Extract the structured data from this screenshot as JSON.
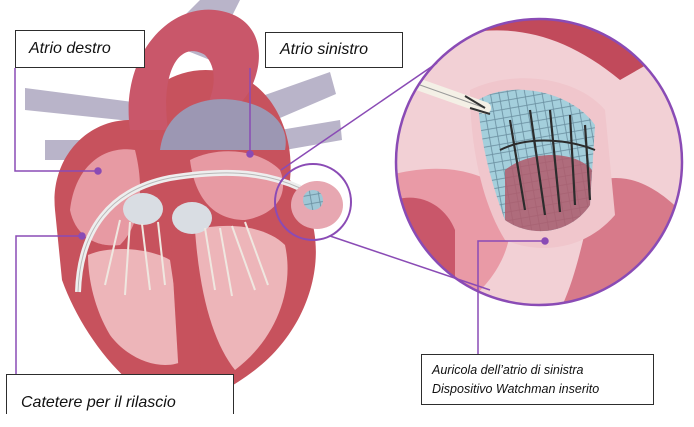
{
  "labels": {
    "right_atrium": "Atrio destro",
    "left_atrium": "Atrio sinistro",
    "catheter": "Catetere per il rilascio",
    "appendage_line1": "Auricola dell’atrio di sinistra",
    "appendage_line2": "Dispositivo Watchman inserito"
  },
  "colors": {
    "leader_line": "#8a4bb5",
    "heart_muscle": "#c7525d",
    "heart_chamber": "#e79aa3",
    "vessels": "#b9b4c9",
    "device_mesh": "#9fc7d6",
    "catheter": "#eeeeee"
  }
}
